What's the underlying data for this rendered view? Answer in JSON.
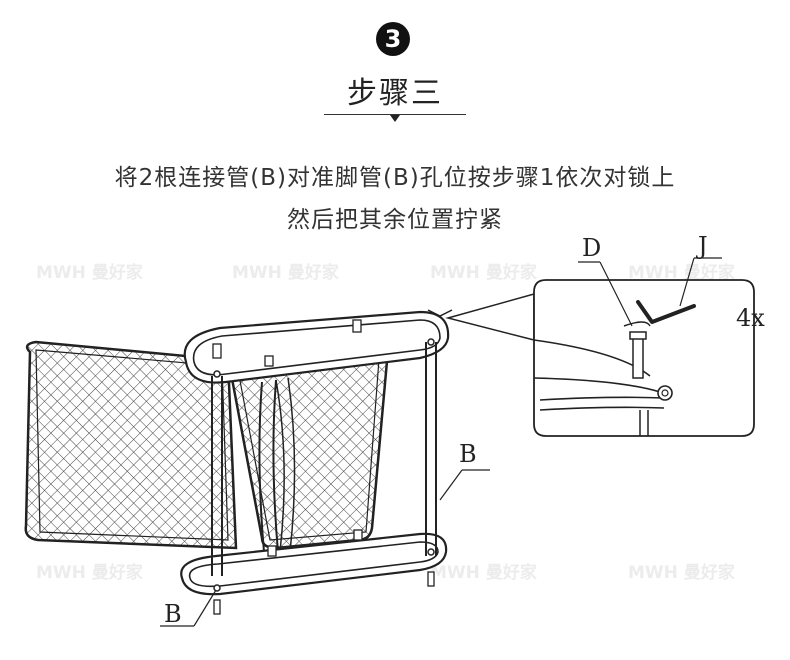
{
  "step": {
    "number": "3",
    "title": "步骤三"
  },
  "instructions": {
    "line1": "将2根连接管(B)对准脚管(B)孔位按步骤1依次对锁上",
    "line2": "然后把其余位置拧紧"
  },
  "labels": {
    "part_b_right": "B",
    "part_b_left": "B",
    "part_d": "D",
    "part_j": "J",
    "quantity": "4x"
  },
  "watermark": {
    "brand": "MWH",
    "name": "曼好家"
  }
}
